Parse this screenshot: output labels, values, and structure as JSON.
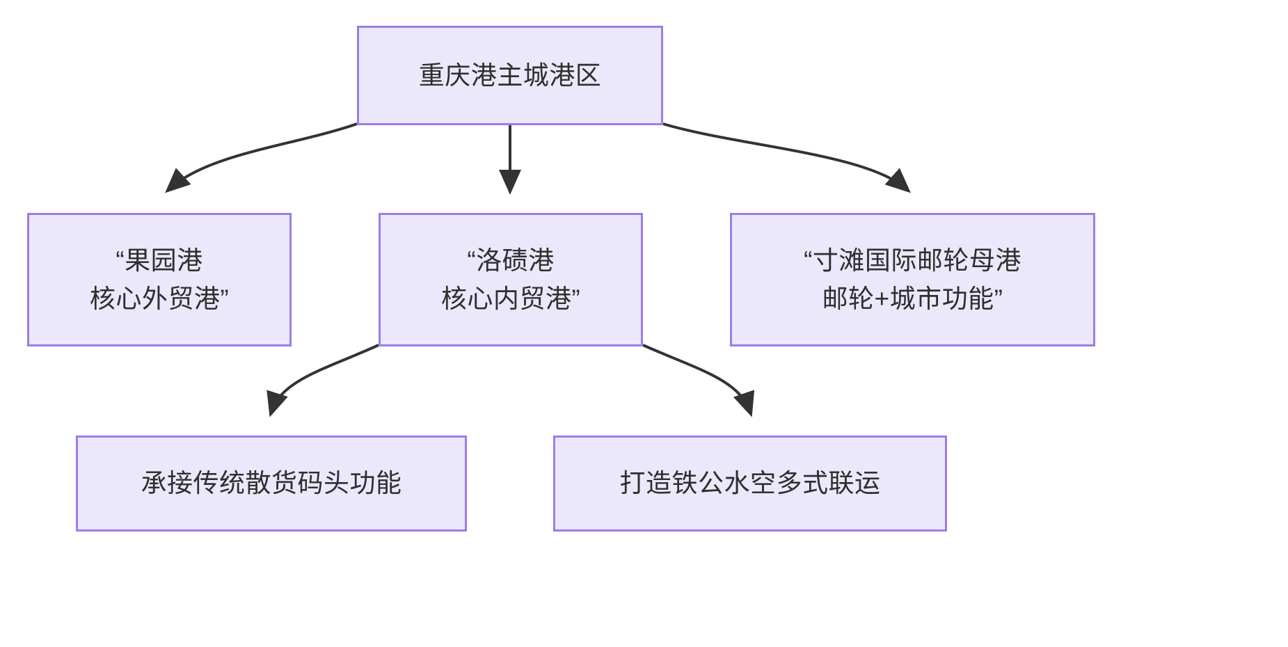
{
  "diagram": {
    "type": "flowchart",
    "direction": "top-down",
    "background_color": "#ffffff",
    "node_fill_color": "#ebe8fc",
    "node_border_color": "#9d7ce8",
    "node_text_color": "#2f2f2f",
    "edge_color": "#333333",
    "nodes": [
      {
        "id": "root",
        "label": "重庆港主城港区",
        "level": 0
      },
      {
        "id": "guoyuan",
        "label": "“果园港\n核心外贸港”",
        "level": 1
      },
      {
        "id": "luoqi",
        "label": "“洛碛港\n核心内贸港”",
        "level": 1
      },
      {
        "id": "cuntan",
        "label": "“寸滩国际邮轮母港\n邮轮+城市功能”",
        "level": 1
      },
      {
        "id": "bulk",
        "label": "承接传统散货码头功能",
        "level": 2
      },
      {
        "id": "multimodal",
        "label": "打造铁公水空多式联运",
        "level": 2
      }
    ],
    "edges": [
      {
        "from": "root",
        "to": "guoyuan",
        "style": "curved-arrow"
      },
      {
        "from": "root",
        "to": "luoqi",
        "style": "straight-arrow"
      },
      {
        "from": "root",
        "to": "cuntan",
        "style": "curved-arrow"
      },
      {
        "from": "luoqi",
        "to": "bulk",
        "style": "curved-arrow"
      },
      {
        "from": "luoqi",
        "to": "multimodal",
        "style": "curved-arrow"
      }
    ]
  }
}
